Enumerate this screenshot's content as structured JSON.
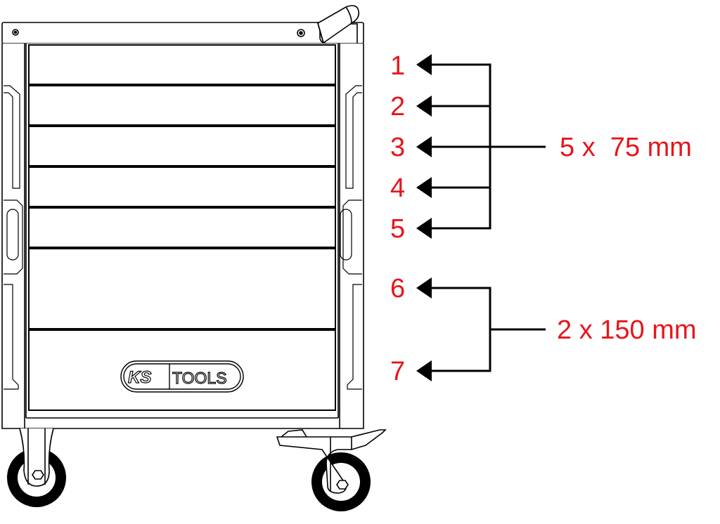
{
  "diagram": {
    "subject": "Tool trolley with 7 drawers (front view)",
    "brand_logo_text": "KS TOOLS",
    "label_color": "#e8141b",
    "line_color": "#000000",
    "drawers": [
      {
        "number": "1",
        "height_group": "75"
      },
      {
        "number": "2",
        "height_group": "75"
      },
      {
        "number": "3",
        "height_group": "75"
      },
      {
        "number": "4",
        "height_group": "75"
      },
      {
        "number": "5",
        "height_group": "75"
      },
      {
        "number": "6",
        "height_group": "150"
      },
      {
        "number": "7",
        "height_group": "150"
      }
    ],
    "groups": [
      {
        "label": "5 x  75 mm",
        "drawers": [
          "1",
          "2",
          "3",
          "4",
          "5"
        ]
      },
      {
        "label": "2 x 150 mm",
        "drawers": [
          "6",
          "7"
        ]
      }
    ]
  }
}
